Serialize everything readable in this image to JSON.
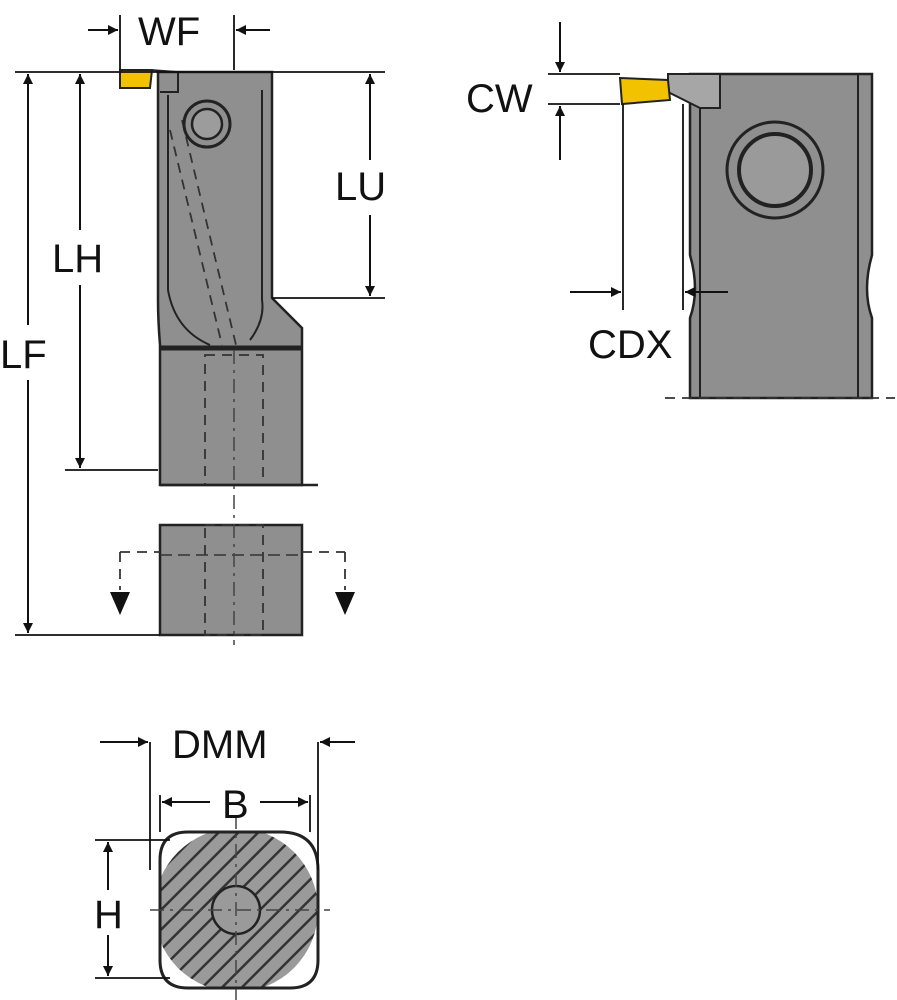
{
  "diagram": {
    "labels": {
      "wf": "WF",
      "lu": "LU",
      "lh": "LH",
      "lf": "LF",
      "cw": "CW",
      "cdx": "CDX",
      "dmm": "DMM",
      "b": "B",
      "h": "H"
    },
    "colors": {
      "insert": "#f2c200",
      "body": "#8f8f8f",
      "line": "#111111"
    }
  }
}
